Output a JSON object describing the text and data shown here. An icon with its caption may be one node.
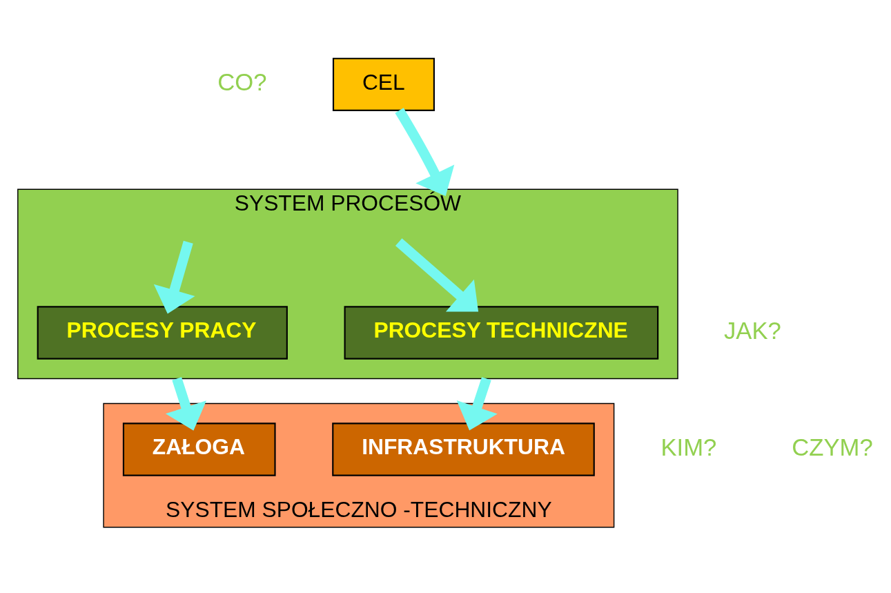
{
  "diagram": {
    "nodes": [
      {
        "text": [
          "CEL"
        ]
      },
      {
        "text": [
          "SYSTEM PROCESÓW"
        ]
      },
      {
        "text": [
          "PROCESY TECHNICZNE"
        ],
        "in": 1
      },
      {
        "text": [
          "PROCESY PRACY"
        ],
        "in": 1
      },
      {
        "text": [
          "SYSTEM SPOŁECZNO -TECHNICZNY"
        ]
      },
      {
        "text": [
          "INFRASTRUKTURA"
        ],
        "in": 4
      },
      {
        "text": [
          "ZAŁOGA"
        ],
        "in": 4
      }
    ],
    "edges": [
      {
        "from": 0,
        "to": 1,
        "arrow": "to"
      },
      {
        "from": null,
        "to": 2,
        "arrow": "to"
      },
      {
        "from": null,
        "to": 3,
        "arrow": "to"
      },
      {
        "from": 1,
        "to": 5,
        "arrow": "to"
      },
      {
        "from": 1,
        "to": 6,
        "arrow": "to"
      }
    ],
    "labels": [
      "CO?",
      "JAK?",
      "CZYM?",
      "KIM?"
    ]
  }
}
